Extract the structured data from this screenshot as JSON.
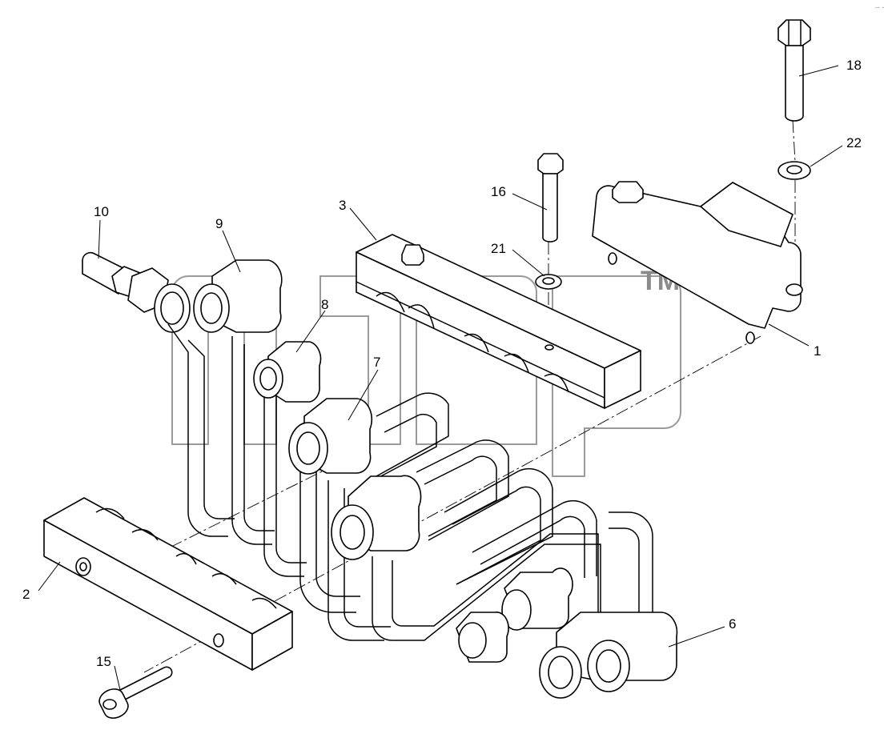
{
  "diagram": {
    "watermark_mark": "TM",
    "corner_mark": "-- -",
    "callouts": [
      {
        "id": "c1",
        "text": "1"
      },
      {
        "id": "c2",
        "text": "2"
      },
      {
        "id": "c3",
        "text": "3"
      },
      {
        "id": "c6",
        "text": "6"
      },
      {
        "id": "c7",
        "text": "7"
      },
      {
        "id": "c8",
        "text": "8"
      },
      {
        "id": "c9",
        "text": "9"
      },
      {
        "id": "c10",
        "text": "10"
      },
      {
        "id": "c15",
        "text": "15"
      },
      {
        "id": "c16",
        "text": "16"
      },
      {
        "id": "c18",
        "text": "18"
      },
      {
        "id": "c21",
        "text": "21"
      },
      {
        "id": "c22",
        "text": "22"
      }
    ]
  }
}
